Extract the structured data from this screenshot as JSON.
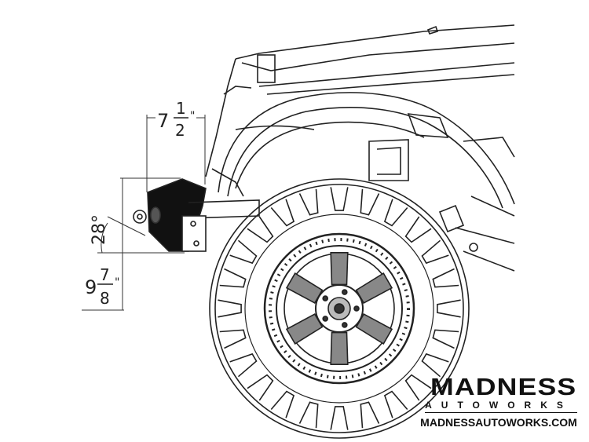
{
  "dimensions": {
    "width_whole": "7",
    "width_numerator": "1",
    "width_denominator": "2",
    "width_unit": "\"",
    "angle": "28°",
    "height_whole": "9",
    "height_numerator": "7",
    "height_denominator": "8",
    "height_unit": "\""
  },
  "logo": {
    "brand": "MADNESS",
    "sub": "AUTOWORKS",
    "url": "MADNESSAUTOWORKS.COM",
    "accent": "#e0242b"
  }
}
